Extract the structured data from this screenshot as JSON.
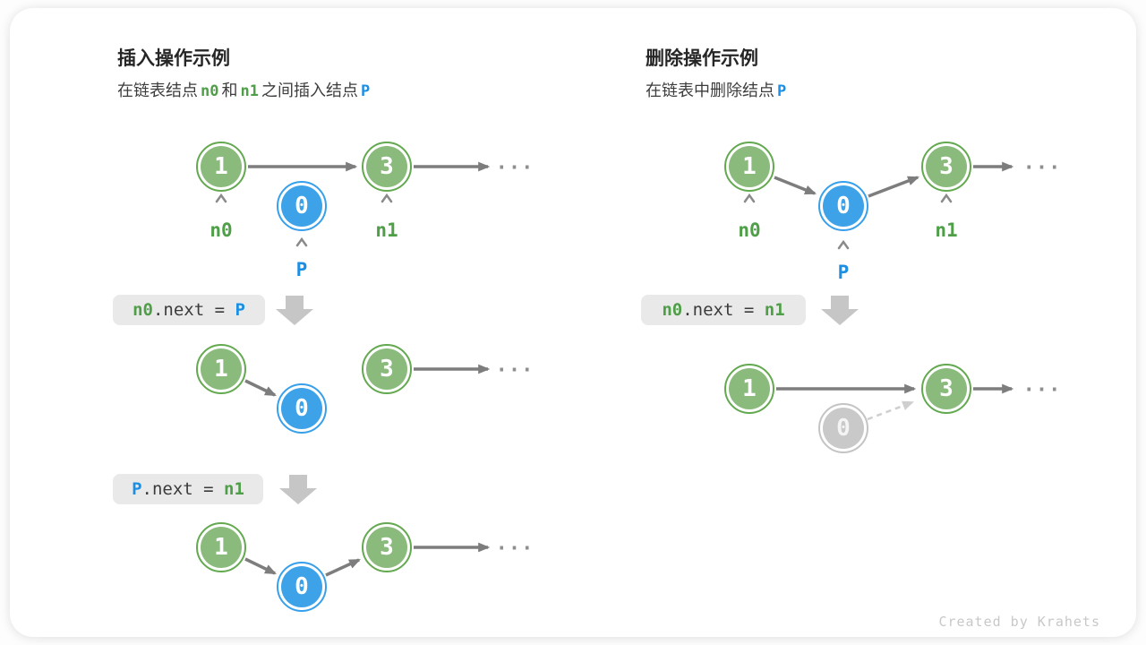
{
  "insert": {
    "title": "插入操作示例",
    "subtitle_parts": [
      "在链表结点",
      "n0",
      "和",
      "n1",
      "之间插入结点",
      "P"
    ]
  },
  "delete": {
    "title": "删除操作示例",
    "subtitle_parts": [
      "在链表中删除结点",
      "P"
    ]
  },
  "values": {
    "one": "1",
    "zero": "0",
    "three": "3"
  },
  "pointers": {
    "n0": "n0",
    "n1": "n1",
    "p": "P"
  },
  "ellipsis": "...",
  "code_labels": {
    "insert_step1": {
      "lhs": "n0",
      "mid": ".next = ",
      "rhs": "P"
    },
    "insert_step2": {
      "lhs": "P",
      "mid": ".next = ",
      "rhs": "n1"
    },
    "delete_step1": {
      "lhs": "n0",
      "mid": ".next = ",
      "rhs": "n1"
    }
  },
  "credit": "Created by Krahets",
  "colors": {
    "node_green_fill": "#8abb7c",
    "node_green_ring": "#63a94f",
    "node_blue_fill": "#3ea2e9",
    "node_blue_ring": "#38a0ea",
    "node_ghost_fill": "#c9c9c9",
    "text_green": "#4f9e48",
    "text_blue": "#1b8fe4",
    "arrow_gray": "#7d7d7d",
    "arrow_light": "#cfcfcf",
    "block_arrow": "#c6c6c6",
    "code_background": "#e9e9e9"
  }
}
